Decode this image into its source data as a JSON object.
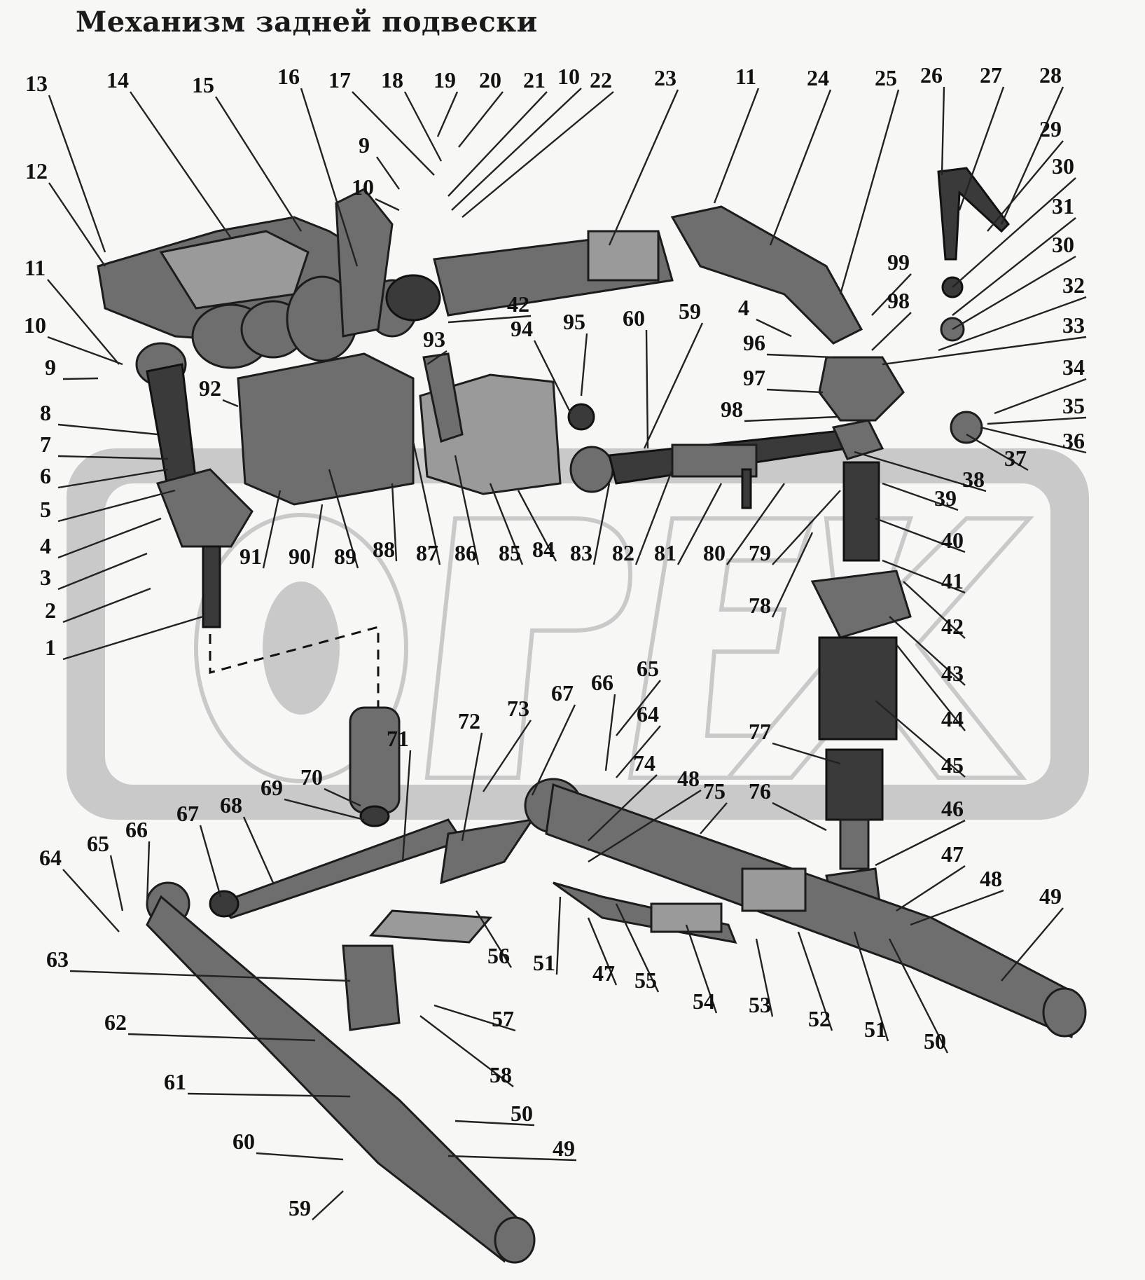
{
  "title": "Механизм задней подвески",
  "watermark": {
    "text": "OPEX",
    "color": "#c9c9c9"
  },
  "callouts": [
    {
      "id": "c13",
      "label": "13"
    },
    {
      "id": "c14",
      "label": "14"
    },
    {
      "id": "c15",
      "label": "15"
    },
    {
      "id": "c16",
      "label": "16"
    },
    {
      "id": "c17",
      "label": "17"
    },
    {
      "id": "c18",
      "label": "18"
    },
    {
      "id": "c19",
      "label": "19"
    },
    {
      "id": "c20",
      "label": "20"
    },
    {
      "id": "c21",
      "label": "21"
    },
    {
      "id": "c10a",
      "label": "10"
    },
    {
      "id": "c22",
      "label": "22"
    },
    {
      "id": "c23",
      "label": "23"
    },
    {
      "id": "c11a",
      "label": "11"
    },
    {
      "id": "c24",
      "label": "24"
    },
    {
      "id": "c25",
      "label": "25"
    },
    {
      "id": "c26",
      "label": "26"
    },
    {
      "id": "c27",
      "label": "27"
    },
    {
      "id": "c28",
      "label": "28"
    },
    {
      "id": "c29",
      "label": "29"
    },
    {
      "id": "c30a",
      "label": "30"
    },
    {
      "id": "c31",
      "label": "31"
    },
    {
      "id": "c30b",
      "label": "30"
    },
    {
      "id": "c32",
      "label": "32"
    },
    {
      "id": "c33",
      "label": "33"
    },
    {
      "id": "c34",
      "label": "34"
    },
    {
      "id": "c35",
      "label": "35"
    },
    {
      "id": "c36",
      "label": "36"
    },
    {
      "id": "c37",
      "label": "37"
    },
    {
      "id": "c38",
      "label": "38"
    },
    {
      "id": "c39",
      "label": "39"
    },
    {
      "id": "c40",
      "label": "40"
    },
    {
      "id": "c41",
      "label": "41"
    },
    {
      "id": "c42a",
      "label": "42"
    },
    {
      "id": "c43",
      "label": "43"
    },
    {
      "id": "c44",
      "label": "44"
    },
    {
      "id": "c45",
      "label": "45"
    },
    {
      "id": "c46",
      "label": "46"
    },
    {
      "id": "c47a",
      "label": "47"
    },
    {
      "id": "c48a",
      "label": "48"
    },
    {
      "id": "c49a",
      "label": "49"
    },
    {
      "id": "c50a",
      "label": "50"
    },
    {
      "id": "c51a",
      "label": "51"
    },
    {
      "id": "c52",
      "label": "52"
    },
    {
      "id": "c53",
      "label": "53"
    },
    {
      "id": "c54",
      "label": "54"
    },
    {
      "id": "c55",
      "label": "55"
    },
    {
      "id": "c47b",
      "label": "47"
    },
    {
      "id": "c51b",
      "label": "51"
    },
    {
      "id": "c56",
      "label": "56"
    },
    {
      "id": "c57",
      "label": "57"
    },
    {
      "id": "c58",
      "label": "58"
    },
    {
      "id": "c50b",
      "label": "50"
    },
    {
      "id": "c49b",
      "label": "49"
    },
    {
      "id": "c59a",
      "label": "59"
    },
    {
      "id": "c60a",
      "label": "60"
    },
    {
      "id": "c61",
      "label": "61"
    },
    {
      "id": "c62",
      "label": "62"
    },
    {
      "id": "c63",
      "label": "63"
    },
    {
      "id": "c64a",
      "label": "64"
    },
    {
      "id": "c65a",
      "label": "65"
    },
    {
      "id": "c66a",
      "label": "66"
    },
    {
      "id": "c67a",
      "label": "67"
    },
    {
      "id": "c68",
      "label": "68"
    },
    {
      "id": "c69",
      "label": "69"
    },
    {
      "id": "c70",
      "label": "70"
    },
    {
      "id": "c71",
      "label": "71"
    },
    {
      "id": "c72",
      "label": "72"
    },
    {
      "id": "c73",
      "label": "73"
    },
    {
      "id": "c67b",
      "label": "67"
    },
    {
      "id": "c66b",
      "label": "66"
    },
    {
      "id": "c65b",
      "label": "65"
    },
    {
      "id": "c64b",
      "label": "64"
    },
    {
      "id": "c74",
      "label": "74"
    },
    {
      "id": "c48b",
      "label": "48"
    },
    {
      "id": "c75",
      "label": "75"
    },
    {
      "id": "c76",
      "label": "76"
    },
    {
      "id": "c77",
      "label": "77"
    },
    {
      "id": "c78",
      "label": "78"
    },
    {
      "id": "c79",
      "label": "79"
    },
    {
      "id": "c80",
      "label": "80"
    },
    {
      "id": "c81",
      "label": "81"
    },
    {
      "id": "c82",
      "label": "82"
    },
    {
      "id": "c83",
      "label": "83"
    },
    {
      "id": "c84",
      "label": "84"
    },
    {
      "id": "c85",
      "label": "85"
    },
    {
      "id": "c86",
      "label": "86"
    },
    {
      "id": "c87",
      "label": "87"
    },
    {
      "id": "c88",
      "label": "88"
    },
    {
      "id": "c89",
      "label": "89"
    },
    {
      "id": "c90",
      "label": "90"
    },
    {
      "id": "c91",
      "label": "91"
    },
    {
      "id": "c92",
      "label": "92"
    },
    {
      "id": "c93",
      "label": "93"
    },
    {
      "id": "c94",
      "label": "94"
    },
    {
      "id": "c95",
      "label": "95"
    },
    {
      "id": "c60b",
      "label": "60"
    },
    {
      "id": "c59b",
      "label": "59"
    },
    {
      "id": "c42b",
      "label": "42"
    },
    {
      "id": "c4b",
      "label": "4"
    },
    {
      "id": "c99",
      "label": "99"
    },
    {
      "id": "c98a",
      "label": "98"
    },
    {
      "id": "c96",
      "label": "96"
    },
    {
      "id": "c97",
      "label": "97"
    },
    {
      "id": "c98b",
      "label": "98"
    },
    {
      "id": "c9a",
      "label": "9"
    },
    {
      "id": "c10b",
      "label": "10"
    },
    {
      "id": "c12",
      "label": "12"
    },
    {
      "id": "c11b",
      "label": "11"
    },
    {
      "id": "c10c",
      "label": "10"
    },
    {
      "id": "c9b",
      "label": "9"
    },
    {
      "id": "c8",
      "label": "8"
    },
    {
      "id": "c7",
      "label": "7"
    },
    {
      "id": "c6",
      "label": "6"
    },
    {
      "id": "c5",
      "label": "5"
    },
    {
      "id": "c4a",
      "label": "4"
    },
    {
      "id": "c3",
      "label": "3"
    },
    {
      "id": "c2",
      "label": "2"
    },
    {
      "id": "c1",
      "label": "1"
    }
  ]
}
